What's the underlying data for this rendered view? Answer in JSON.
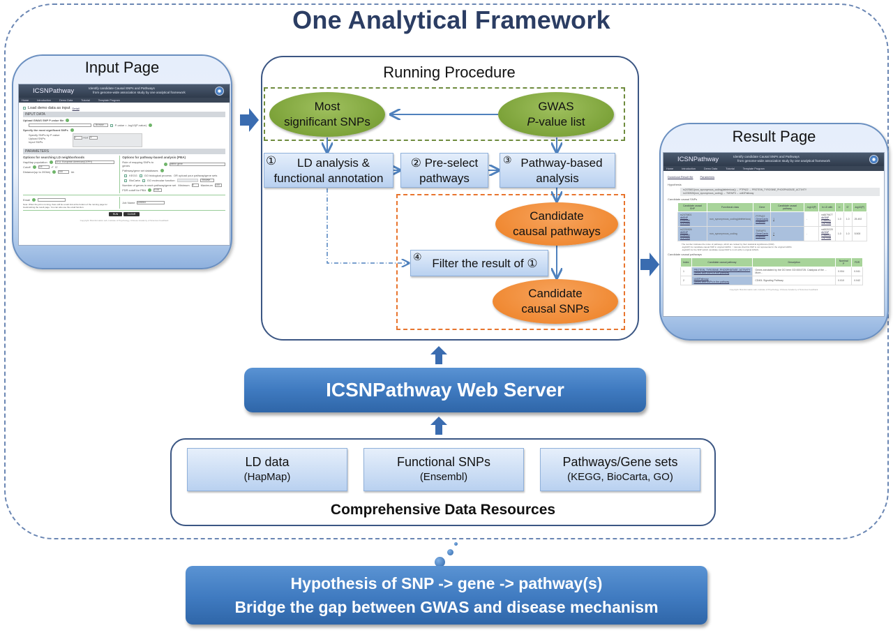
{
  "framework": {
    "title": "One Analytical Framework"
  },
  "input_page": {
    "title": "Input Page",
    "mini": {
      "logo": "ICSNPathway",
      "tagline_1": "Identify candidate Causal SNPs and Pathways",
      "tagline_2": "from genome-wide association study by one analytical framework",
      "nav": [
        "Home",
        "Introduction",
        "Demo Data",
        "Tutorial",
        "Template Program"
      ],
      "load_demo": "Load demo data as input",
      "detail": "Detail",
      "input_data": "INPUT DATA",
      "upload_label": "Upload GWAS SNP P-value file",
      "browse": "Browse...",
      "pvalue_opt": "P-value = -log10(P-value)",
      "specify_label": "Specify the most significant SNPs",
      "radio_opts": [
        "Specify SNPs by P-value",
        "Upload SNPs",
        "Input SNPs"
      ],
      "p_coef": "1",
      "p_exp": "5",
      "parameters": "PARAMETERS",
      "ld_options": "Options for searching LD neighborhoods",
      "pba_options": "Options for pathway-based analysis (PBA)",
      "hapmap_label": "HapMap population",
      "hapmap_value": "CEU: European American(CEPH)",
      "cutoff_label": "Cutoff",
      "cutoff_value": "0.8",
      "r2": "r²",
      "dprime": "D'",
      "distance_label": "Distance(up to 200kb)",
      "distance_value": "200",
      "distance_unit": "kb",
      "rule_label": "Rule of mapping SNPs to genes",
      "rule_value": "within gene",
      "db_label": "Pathway/gene set databases",
      "db_opts": [
        "KEGG",
        "BioCarta",
        "GO biological process",
        "GO molecular function"
      ],
      "upload_own": "OR upload your pathway/gene sets",
      "num_genes_label": "Number of genes in each pathway/gene set",
      "minimum_label": "Minimum",
      "minimum_value": "5",
      "maximum_label": "Maximum",
      "maximum_value": "100",
      "fdr_label": "FDR cutoff for PBA",
      "fdr_value": "0.05",
      "email_label": "Email",
      "note": "Note: When the job is running, there will be a web link at the bottom of the running page for bookmarking the result page. You can also use the email function.",
      "job_label": "Job Name",
      "job_value": "untitled",
      "run": "RUN",
      "clear": "CLEAR",
      "footer": "Copyright: Bioinformatics Lab, Institute of Psychology, Chinese Academy of Sciences Feedback"
    }
  },
  "procedure": {
    "title": "Running Procedure",
    "most_significant": [
      "Most",
      "significant SNPs"
    ],
    "gwas": [
      "GWAS",
      "P",
      "-value list"
    ],
    "step1": {
      "num": "①",
      "lines": [
        "LD analysis &",
        "functional annotation"
      ]
    },
    "step2": {
      "num": "②",
      "lines": [
        "Pre-select",
        "pathways"
      ]
    },
    "step3": {
      "num": "③",
      "lines": [
        "Pathway-based",
        "analysis"
      ]
    },
    "step4": {
      "num": "④",
      "text": "Filter the result of ①"
    },
    "candidate_pathways": [
      "Candidate",
      "causal pathways"
    ],
    "candidate_snps": [
      "Candidate",
      "causal SNPs"
    ]
  },
  "result_page": {
    "title": "Result Page",
    "mini": {
      "logo": "ICSNPathway",
      "tagline_1": "Identify candidate Causal SNPs and Pathways",
      "tagline_2": "from genome-wide association study by one analytical framework",
      "nav": [
        "Home",
        "Introduction",
        "Demo Data",
        "Tutorial",
        "Template Program"
      ],
      "download": "Download Result file",
      "parameters": "Parameters",
      "hypothesis_label": "Hypothesis",
      "hypotheses": [
        "rs2476601(non_synonymous_coding(deleterious)) → PTPN22 → PROTEIN_TYROSINE_PHOSPHATASE_ACTIVITY",
        "rs2230926(non_synonymous_coding) → TNFAIP3 → cd40Pathway"
      ],
      "snp_section": "Candidate causal SNPs",
      "snp_headers": [
        "Candidate causal SNP",
        "Functional class",
        "Gene",
        "Candidate causal pathway",
        "-log10(P)",
        "In LD with",
        "r²",
        "D'",
        "-log10(P)"
      ],
      "snp_rows": [
        {
          "snp": "rs2476601",
          "class": "non_synonymous_coding(deleterious)",
          "gene": "PTPN22",
          "pathway": "1",
          "logp": "-",
          "ld": "rs6679677",
          "r2": "1.0",
          "d": "1.0",
          "logp2": "25.492"
        },
        {
          "snp": "rs2230926",
          "class": "non_synonymous_coding",
          "gene": "TNFAIP3",
          "pathway": "2",
          "logp": "-",
          "ld": "rs6920220",
          "r2": "1.0",
          "d": "1.0",
          "logp2": "5.500"
        }
      ],
      "snp_links": [
        "dbSNP",
        "Ensembl",
        "SNPedia"
      ],
      "gene_links": [
        "GeneCards",
        "Ensembl"
      ],
      "footnotes": [
        "The number indicates the index of pathways, which are ranked by their statistical significance (FDR).",
        "-log10(P) for candidate causal SNP in original GWAS. '-' denotes that this SNP is not represented in the original GWAS.",
        "-log10(P) for the SNP (which candidate causal SNP is in LD with) in original GWAS."
      ],
      "path_section": "Candidate causal pathways",
      "path_headers": [
        "Index",
        "Candidate causal pathway",
        "Description",
        "Nominal P",
        "FDR"
      ],
      "path_rows": [
        {
          "index": "1",
          "name": "PROTEIN_TYROSINE_PHOSPHATASE_ACTIVITY",
          "sub": "Genes and SNPs in the pathway",
          "desc": "Genes annotated by the GO term GO:0004725. Catalysis of the ... More...",
          "p": "0.004",
          "fdr": "0.041"
        },
        {
          "index": "2",
          "name": "cd40Pathway",
          "sub": "Genes and SNPs in the pathway",
          "desc": "CD40L Signaling Pathway",
          "p": "0.010",
          "fdr": "0.042"
        }
      ],
      "footer": "Copyright: Bioinformatics Lab, Institute of Psychology, Chinese Academy of Sciences Feedback"
    }
  },
  "web_server": {
    "label": "ICSNPathway Web Server"
  },
  "data_resources": {
    "title": "Comprehensive Data Resources",
    "items": [
      {
        "main": "LD data",
        "sub": "(HapMap)"
      },
      {
        "main": "Functional SNPs",
        "sub": "(Ensembl)"
      },
      {
        "main": "Pathways/Gene sets",
        "sub": "(KEGG, BioCarta, GO)"
      }
    ]
  },
  "hypothesis": {
    "line1": "Hypothesis of SNP -> gene -> pathway(s)",
    "line2": "Bridge the gap between GWAS and disease mechanism"
  },
  "colors": {
    "title": "#2b3d63",
    "frame_dash": "#6a86b3",
    "green_ellipse": "#7da33a",
    "orange_ellipse": "#f08a34",
    "step_box": "#b9d1f0",
    "web_server": "#3f7ac0",
    "arrow": "#4f81bd"
  }
}
